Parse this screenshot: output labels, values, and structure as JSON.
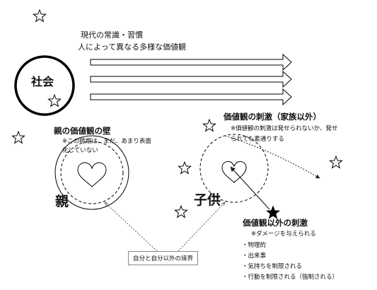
{
  "society": {
    "label": "社会"
  },
  "top_text": {
    "line1": "現代の常識・習慣",
    "line2": "人によって異なる多様な価値観"
  },
  "parent": {
    "label": "親",
    "title": "親の価値観の壁",
    "note1": "※この時期は、まだ、あまり表面",
    "note2": "化していない"
  },
  "child": {
    "label": "子供",
    "title": "価値観の刺激（家族以外）",
    "note1": "※価値観の刺激は発せられないか、発せ",
    "note2": "られても素通りする"
  },
  "outer": {
    "title": "価値観以外の刺激",
    "note": "※ダメージを与えられる",
    "items": [
      "・物理的",
      "・出来事",
      "・気持ちを制限される",
      "・行動を制限される（強制される）"
    ]
  },
  "boundary": {
    "label": "自分と自分以外の境界"
  },
  "icons": {
    "star": "star-outline-icon",
    "star_filled": "star-filled-icon",
    "heart": "heart-outline-icon"
  }
}
